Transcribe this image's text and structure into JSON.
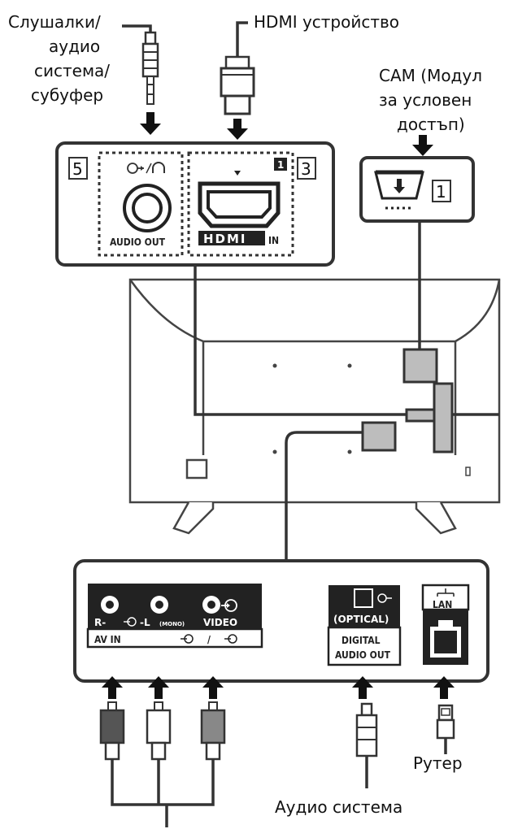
{
  "labels": {
    "headphones_line1": "Слушалки/",
    "headphones_line2": "аудио",
    "headphones_line3": "система/",
    "headphones_line4": "субуфер",
    "hdmi_device": "HDMI устройство",
    "cam_line1": "CAM (Модул",
    "cam_line2": "за условен",
    "cam_line3": "достъп)",
    "router": "Рутер",
    "audio_system": "Аудио система"
  },
  "ports": {
    "num_5": "5",
    "num_3": "3",
    "num_1": "1",
    "hdmi_index": "1",
    "audio_out": "AUDIO OUT",
    "hdmi_logo": "HDMI",
    "hdmi_in": "IN",
    "r_label": "R-",
    "l_label": "-L",
    "mono": "(MONO)",
    "video": "VIDEO",
    "av_in": "AV IN",
    "optical": "(OPTICAL)",
    "digital": "DIGITAL",
    "digital_audio_out": "AUDIO OUT",
    "lan": "LAN",
    "slash": "/"
  },
  "colors": {
    "line": "#333333",
    "block": "#bdbdbd"
  }
}
